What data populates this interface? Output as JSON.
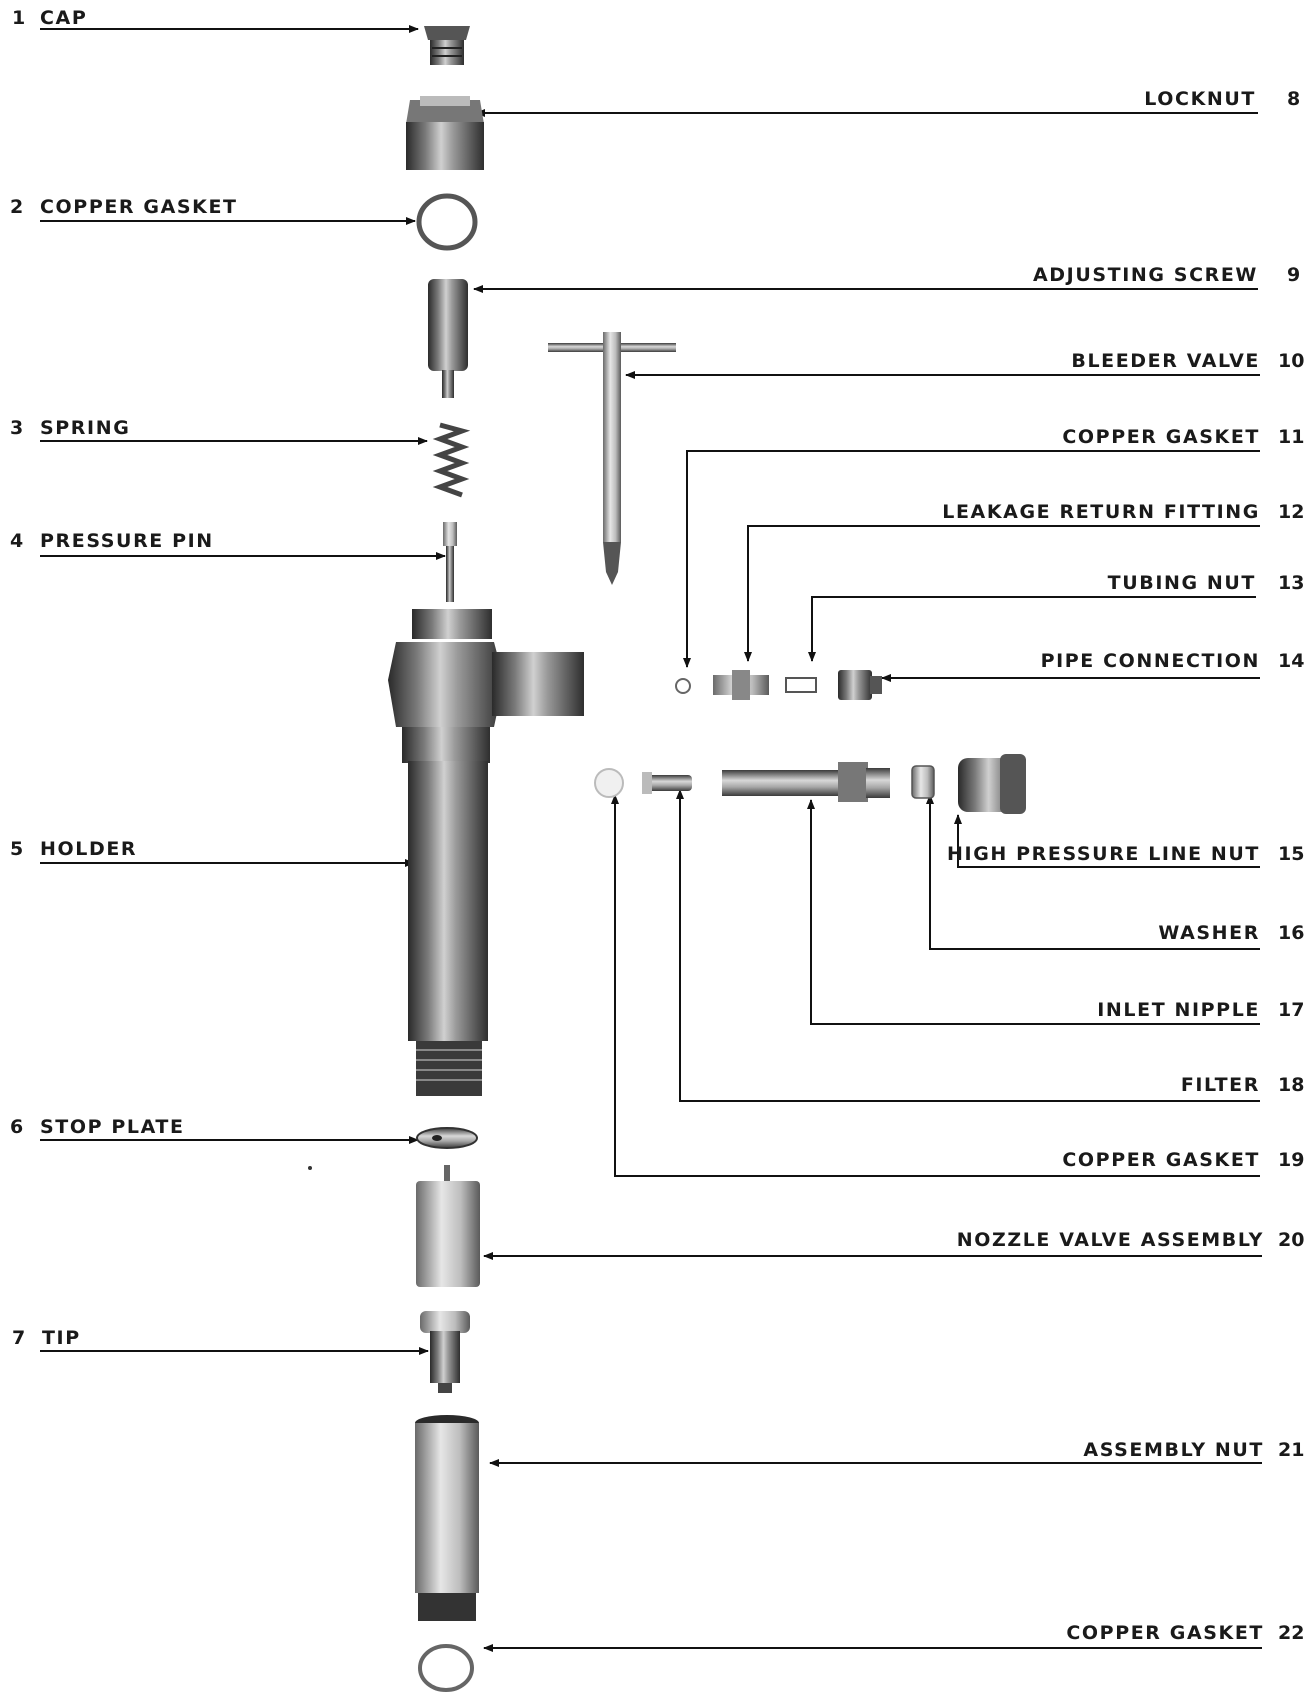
{
  "parts": [
    {
      "num": "1",
      "name": "CAP"
    },
    {
      "num": "2",
      "name": "COPPER GASKET"
    },
    {
      "num": "3",
      "name": "SPRING"
    },
    {
      "num": "4",
      "name": "PRESSURE PIN"
    },
    {
      "num": "5",
      "name": "HOLDER"
    },
    {
      "num": "6",
      "name": "STOP PLATE"
    },
    {
      "num": "7",
      "name": "TIP"
    },
    {
      "num": "8",
      "name": "LOCKNUT"
    },
    {
      "num": "9",
      "name": "ADJUSTING SCREW"
    },
    {
      "num": "10",
      "name": "BLEEDER VALVE"
    },
    {
      "num": "11",
      "name": "COPPER GASKET"
    },
    {
      "num": "12",
      "name": "LEAKAGE RETURN FITTING"
    },
    {
      "num": "13",
      "name": "TUBING NUT"
    },
    {
      "num": "14",
      "name": "PIPE CONNECTION"
    },
    {
      "num": "15",
      "name": "HIGH PRESSURE LINE NUT"
    },
    {
      "num": "16",
      "name": "WASHER"
    },
    {
      "num": "17",
      "name": "INLET NIPPLE"
    },
    {
      "num": "18",
      "name": "FILTER"
    },
    {
      "num": "19",
      "name": "COPPER GASKET"
    },
    {
      "num": "20",
      "name": "NOZZLE VALVE ASSEMBLY"
    },
    {
      "num": "21",
      "name": "ASSEMBLY NUT"
    },
    {
      "num": "22",
      "name": "COPPER GASKET"
    }
  ]
}
